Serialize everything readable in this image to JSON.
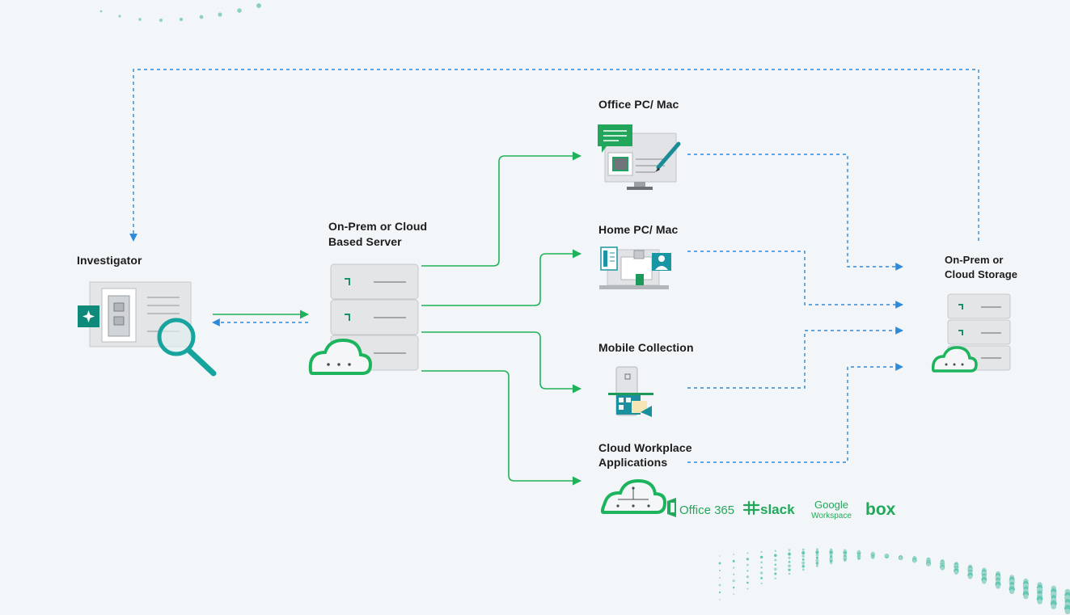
{
  "nodes": {
    "investigator": {
      "label": "Investigator"
    },
    "server": {
      "label_line1": "On-Prem or Cloud",
      "label_line2": "Based Server"
    },
    "office_pc": {
      "label": "Office PC/ Mac"
    },
    "home_pc": {
      "label": "Home PC/ Mac"
    },
    "mobile": {
      "label": "Mobile Collection"
    },
    "cloud_apps": {
      "label_line1": "Cloud Workplace",
      "label_line2": "Applications",
      "apps": {
        "office365": "Office 365",
        "slack": "slack",
        "google_line1": "Google",
        "google_line2": "Workspace",
        "box": "box"
      }
    },
    "storage": {
      "label_line1": "On-Prem or",
      "label_line2": "Cloud Storage"
    }
  },
  "colors": {
    "background": "#f2f6f8",
    "green": "#20b25a",
    "blue": "#2e8ad8",
    "teal": "#16a3a0",
    "gray_light": "#e1e3e6",
    "gray_border": "#c7cacd",
    "text": "#1c1c1c"
  }
}
